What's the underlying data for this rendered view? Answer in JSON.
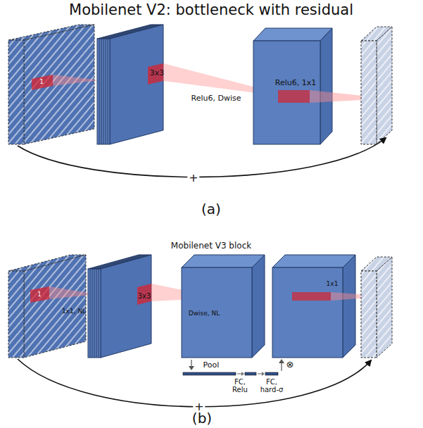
{
  "diagram": {
    "title": "Mobilenet V2: bottleneck with residual",
    "labels": [
      "1",
      "3x3",
      "Relu6, Dwise",
      "Relu6, 1x1",
      "+",
      "(a)",
      "Mobilenet V3 block",
      "1",
      "1x1, NL",
      "3x3",
      "Dwise, NL",
      "Pool",
      "FC, Relu",
      "FC, hard-σ",
      "⊗",
      "1x1",
      "+",
      "(b)"
    ]
  }
}
